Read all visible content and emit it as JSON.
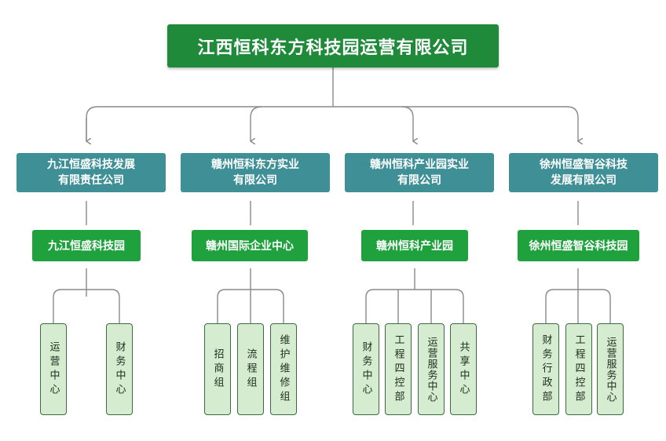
{
  "root": {
    "label": "江西恒科东方科技园运营有限公司"
  },
  "companies": [
    {
      "label": "九江恒盛科技发展\n有限责任公司",
      "park": "九江恒盛科技园",
      "departments": [
        "运营中心",
        "财务中心"
      ]
    },
    {
      "label": "赣州恒科东方实业\n有限公司",
      "park": "赣州国际企业中心",
      "departments": [
        "招商组",
        "流程组",
        "维护维修组"
      ]
    },
    {
      "label": "赣州恒科产业园实业\n有限公司",
      "park": "赣州恒科产业园",
      "departments": [
        "财务中心",
        "工程四控部",
        "运营服务中心",
        "共享中心"
      ]
    },
    {
      "label": "徐州恒盛智谷科技\n发展有限公司",
      "park": "徐州恒盛智谷科技园",
      "departments": [
        "财务行政部",
        "工程四控部",
        "运营服务中心"
      ]
    }
  ],
  "colors": {
    "root": "#1f8a3a",
    "company": "#3f8f97",
    "park": "#1fa23e",
    "department_fill": "#d6ecd1",
    "connector": "#888888"
  }
}
